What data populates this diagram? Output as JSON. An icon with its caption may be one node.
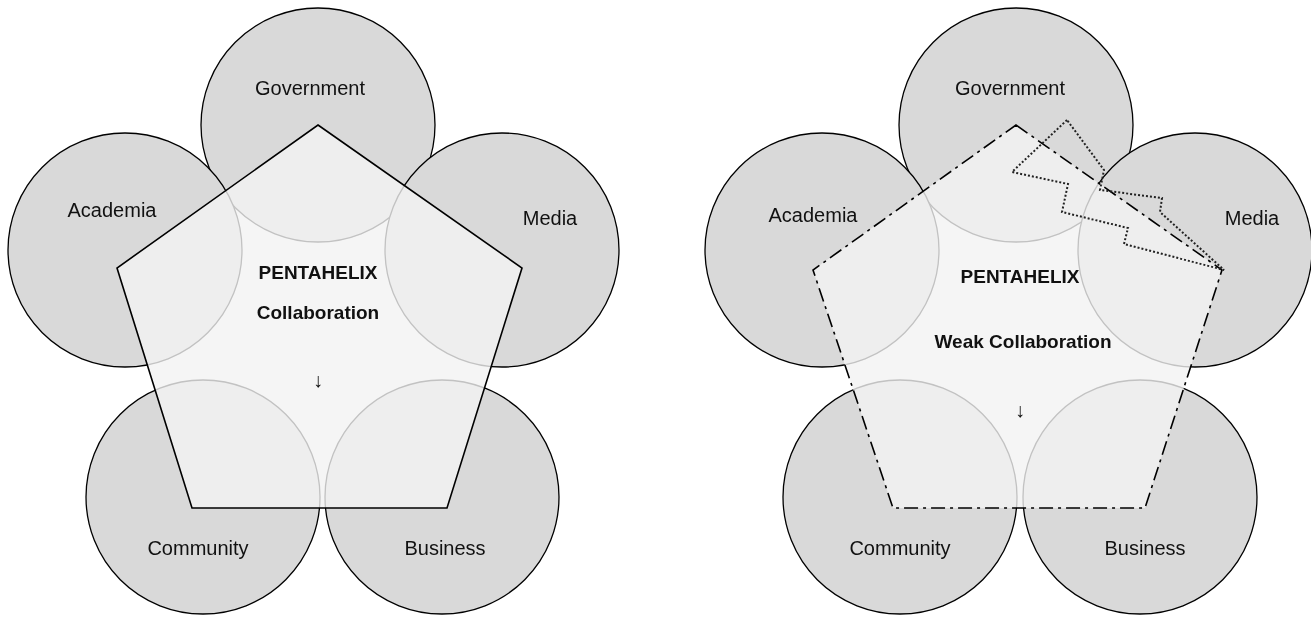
{
  "diagram": {
    "nodes": [
      {
        "text": [
          "Government"
        ]
      },
      {
        "text": [
          "Academia"
        ]
      },
      {
        "text": [
          "Media"
        ]
      },
      {
        "text": [
          "PENTAHELIX Collaboration",
          "↓"
        ]
      },
      {
        "text": [
          "Community"
        ]
      },
      {
        "text": [
          "Business"
        ]
      },
      {
        "text": [
          "Government"
        ]
      },
      {
        "text": [
          "Academia"
        ]
      },
      {
        "text": [
          "Media"
        ]
      },
      {
        "text": [
          "PENTAHELIX",
          "Weak Collaboration",
          "↓"
        ]
      },
      {
        "text": [
          "Community"
        ]
      },
      {
        "text": [
          "Business"
        ]
      }
    ]
  }
}
